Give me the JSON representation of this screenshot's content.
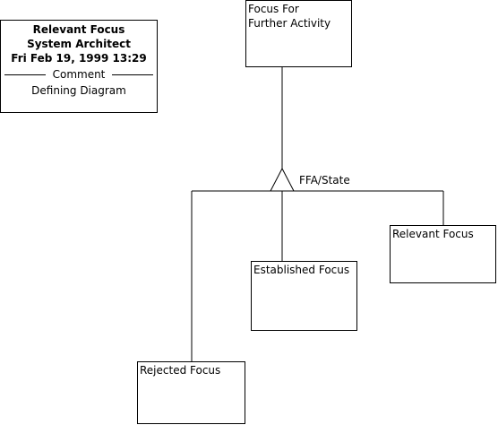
{
  "note": {
    "line1": "Relevant Focus",
    "line2": "System Architect",
    "line3": "Fri Feb 19, 1999  13:29",
    "separator_label": "Comment",
    "comment": "Defining Diagram"
  },
  "entities": {
    "parent": "Focus For\nFurther Activity",
    "relevant": "Relevant Focus",
    "established": "Established Focus",
    "rejected": "Rejected Focus"
  },
  "relationship": {
    "label": "FFA/State"
  }
}
